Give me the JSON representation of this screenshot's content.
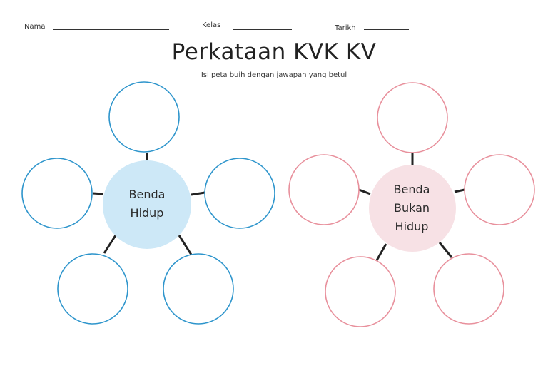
{
  "header": {
    "name_label": "Nama",
    "class_label": "Kelas",
    "date_label": "Tarikh"
  },
  "title": "Perkataan KVK KV",
  "subtitle": "Isi peta buih dengan jawapan yang betul",
  "maps": {
    "living": {
      "center_line1": "Benda",
      "center_line2": "Hidup",
      "outline_color": "#2e95cc",
      "fill_color": "#cde8f7"
    },
    "nonliving": {
      "center_line1": "Benda",
      "center_line2": "Bukan",
      "center_line3": "Hidup",
      "outline_color": "#e8909c",
      "fill_color": "#f7e1e5"
    }
  },
  "colors": {
    "frame": "#6d5a5e",
    "connector": "#222222"
  }
}
